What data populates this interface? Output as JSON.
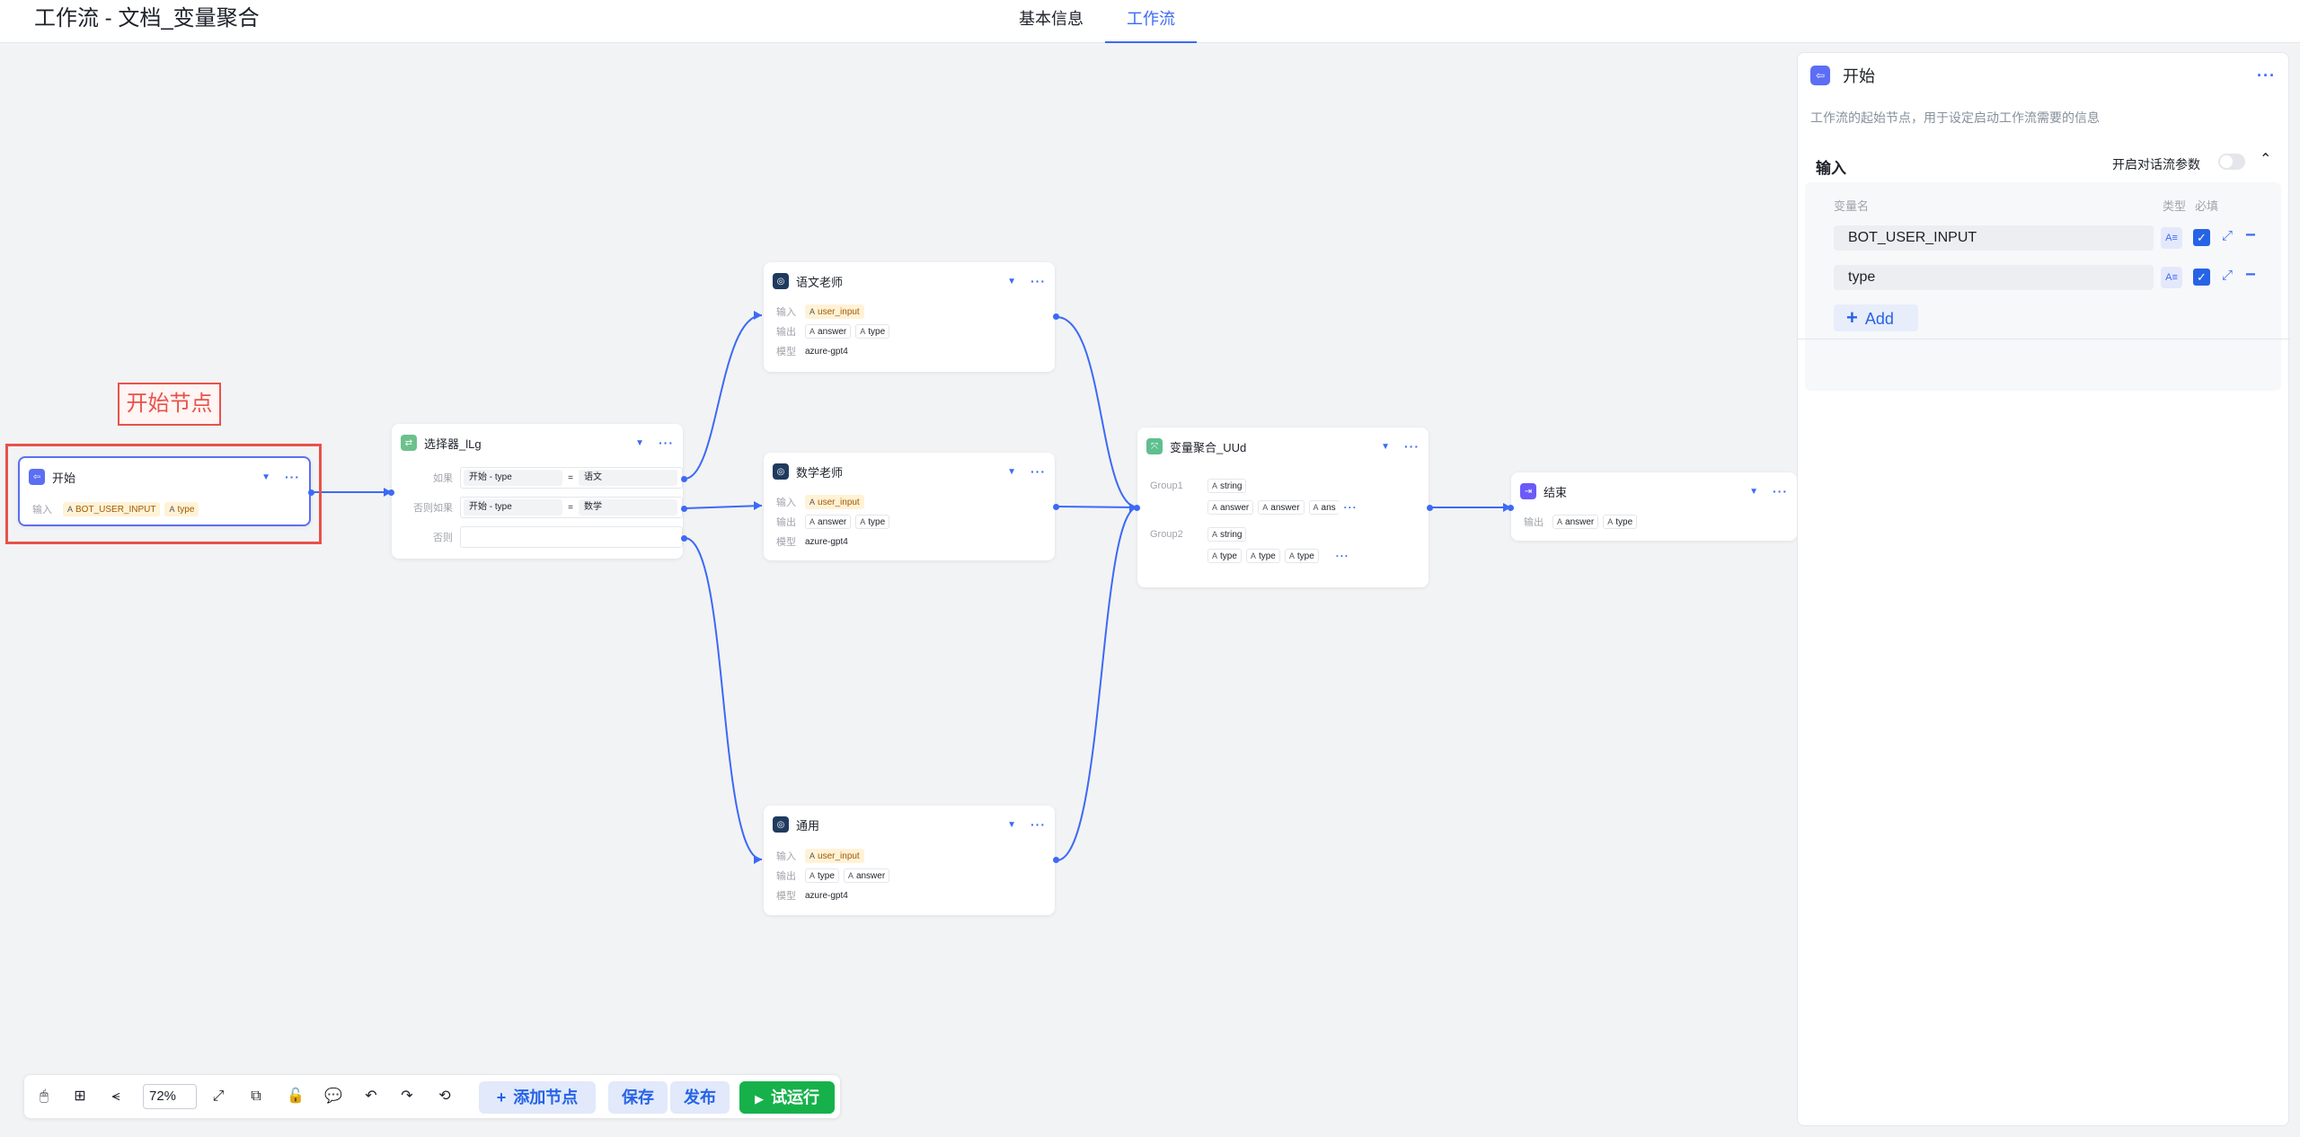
{
  "header": {
    "title": "工作流 - 文档_变量聚合",
    "tabs": [
      {
        "label": "基本信息",
        "active": false
      },
      {
        "label": "工作流",
        "active": true
      }
    ]
  },
  "annotation": {
    "label": "开始节点"
  },
  "nodes": {
    "start": {
      "title": "开始",
      "input_label": "输入",
      "inputs": [
        "BOT_USER_INPUT",
        "type"
      ]
    },
    "selector": {
      "title": "选择器_lLg",
      "if_label": "如果",
      "elseif_label": "否则如果",
      "else_label": "否则",
      "cond1": {
        "left": "开始 - type",
        "op": "=",
        "right": "语文"
      },
      "cond2": {
        "left": "开始 - type",
        "op": "=",
        "right": "数学"
      }
    },
    "chinese": {
      "title": "语文老师",
      "input_label": "输入",
      "output_label": "输出",
      "model_label": "模型",
      "inputs": [
        "user_input"
      ],
      "outputs": [
        "answer",
        "type"
      ],
      "model": "azure-gpt4"
    },
    "math": {
      "title": "数学老师",
      "input_label": "输入",
      "output_label": "输出",
      "model_label": "模型",
      "inputs": [
        "user_input"
      ],
      "outputs": [
        "answer",
        "type"
      ],
      "model": "azure-gpt4"
    },
    "general": {
      "title": "通用",
      "input_label": "输入",
      "output_label": "输出",
      "model_label": "模型",
      "inputs": [
        "user_input"
      ],
      "outputs": [
        "type",
        "answer"
      ],
      "model": "azure-gpt4"
    },
    "aggregator": {
      "title": "变量聚合_UUd",
      "group1_label": "Group1",
      "group1_type": "string",
      "group1_vars": [
        "answer",
        "answer",
        "ans"
      ],
      "group2_label": "Group2",
      "group2_type": "string",
      "group2_vars": [
        "type",
        "type",
        "type"
      ]
    },
    "end": {
      "title": "结束",
      "output_label": "输出",
      "outputs": [
        "answer",
        "type"
      ]
    }
  },
  "type_tag": "A",
  "panel": {
    "title": "开始",
    "description": "工作流的起始节点，用于设定启动工作流需要的信息",
    "section": "输入",
    "toggle_label": "开启对话流参数",
    "col_name": "变量名",
    "col_type": "类型",
    "col_required": "必填",
    "variables": [
      {
        "name": "BOT_USER_INPUT",
        "required": true
      },
      {
        "name": "type",
        "required": true
      }
    ],
    "add_label": "Add"
  },
  "toolbar": {
    "zoom": "72%",
    "add_node": "添加节点",
    "save": "保存",
    "publish": "发布",
    "run": "试运行"
  },
  "colors": {
    "accent": "#3c6af5",
    "annotation": "#e8524a",
    "run": "#17b14b"
  }
}
